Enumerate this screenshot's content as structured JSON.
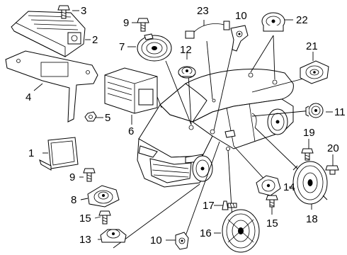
{
  "callouts": [
    {
      "id": "c1",
      "text": "1"
    },
    {
      "id": "c2",
      "text": "2"
    },
    {
      "id": "c3",
      "text": "3"
    },
    {
      "id": "c4",
      "text": "4"
    },
    {
      "id": "c5",
      "text": "5"
    },
    {
      "id": "c6",
      "text": "6"
    },
    {
      "id": "c7",
      "text": "7"
    },
    {
      "id": "c8",
      "text": "8"
    },
    {
      "id": "c9a",
      "text": "9"
    },
    {
      "id": "c9b",
      "text": "9"
    },
    {
      "id": "c10a",
      "text": "10"
    },
    {
      "id": "c10b",
      "text": "10"
    },
    {
      "id": "c11",
      "text": "11"
    },
    {
      "id": "c12",
      "text": "12"
    },
    {
      "id": "c13",
      "text": "13"
    },
    {
      "id": "c14",
      "text": "14"
    },
    {
      "id": "c15a",
      "text": "15"
    },
    {
      "id": "c15b",
      "text": "15"
    },
    {
      "id": "c16",
      "text": "16"
    },
    {
      "id": "c17",
      "text": "17"
    },
    {
      "id": "c18",
      "text": "18"
    },
    {
      "id": "c19",
      "text": "19"
    },
    {
      "id": "c20",
      "text": "20"
    },
    {
      "id": "c21",
      "text": "21"
    },
    {
      "id": "c22",
      "text": "22"
    },
    {
      "id": "c23",
      "text": "23"
    }
  ],
  "colors": {
    "ink": "#000000",
    "paper": "#ffffff"
  }
}
